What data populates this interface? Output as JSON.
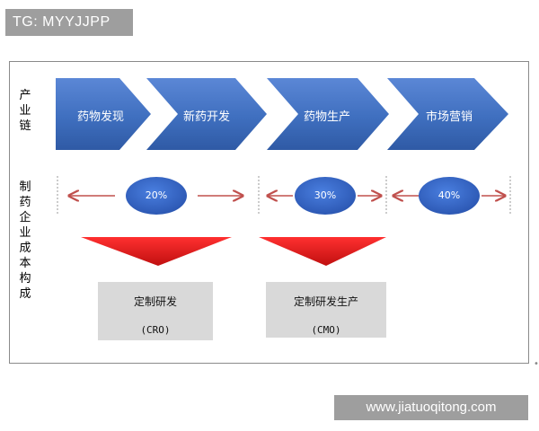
{
  "top_label": "TG: MYYJJPP",
  "watermark": "www.jiatuoqitong.com",
  "row_labels": {
    "chain": [
      "产",
      "业",
      "链"
    ],
    "cost": [
      "制",
      "药",
      "企",
      "业",
      "成",
      "本",
      "构",
      "成"
    ]
  },
  "chain_steps": [
    "药物发现",
    "新药开发",
    "药物生产",
    "市场营销"
  ],
  "cost_shares": [
    "20%",
    "30%",
    "40%"
  ],
  "boxes": [
    {
      "title": "定制研发",
      "abbr": "(CRO)"
    },
    {
      "title": "定制研发生产",
      "abbr": "(CMO)"
    }
  ],
  "colors": {
    "chevron": "#3f6fbf",
    "ellipse": "#3366cc",
    "arrow": "#c0504d",
    "funnel": "#e02020",
    "box": "#d9d9d9"
  },
  "footnote_mark": "•"
}
